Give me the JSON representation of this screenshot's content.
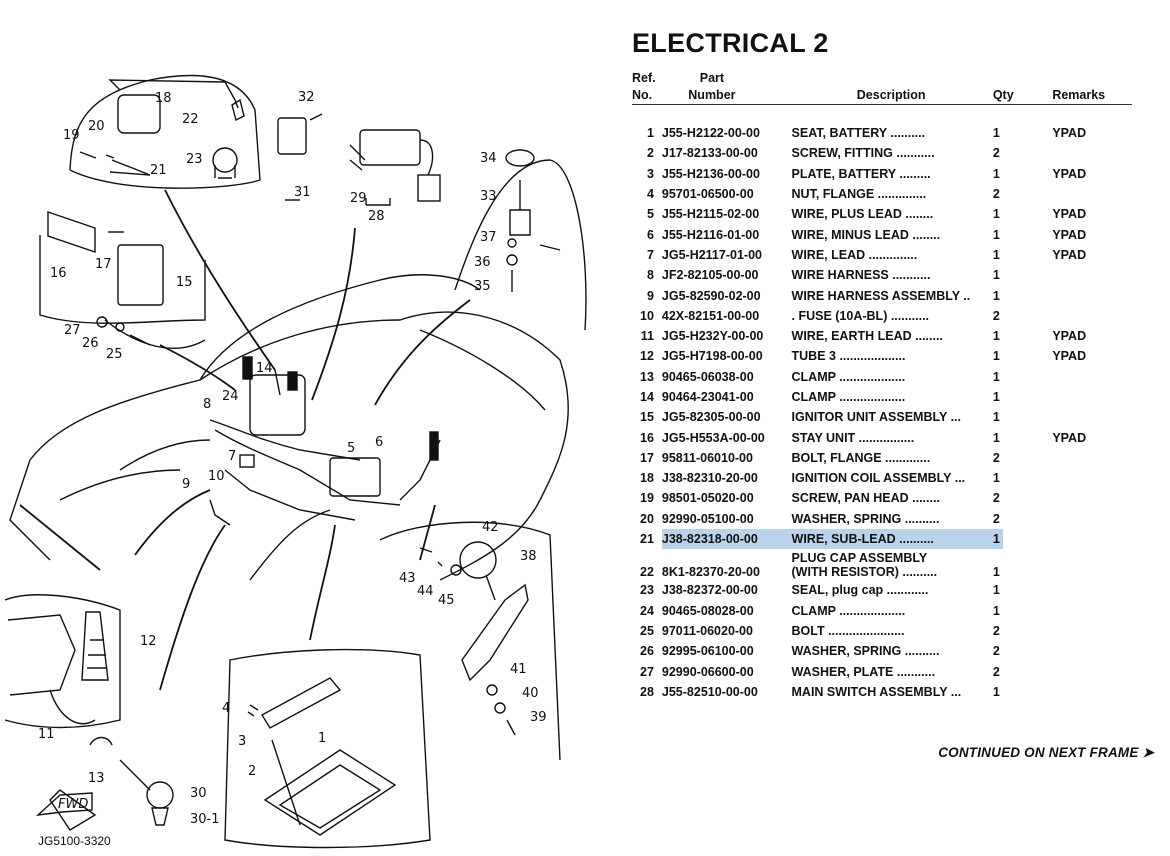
{
  "page_title": "ELECTRICAL 2",
  "table": {
    "headers": {
      "ref_line1": "Ref.",
      "ref_line2": "No.",
      "part_line1": "Part",
      "part_line2": "Number",
      "description": "Description",
      "qty": "Qty",
      "remarks": "Remarks"
    },
    "highlighted_ref": "21",
    "rows": [
      {
        "ref": "1",
        "part": "J55-H2122-00-00",
        "desc": "SEAT, BATTERY ..........",
        "qty": "1",
        "remarks": "YPAD"
      },
      {
        "ref": "2",
        "part": "J17-82133-00-00",
        "desc": "SCREW, FITTING ...........",
        "qty": "2",
        "remarks": ""
      },
      {
        "ref": "3",
        "part": "J55-H2136-00-00",
        "desc": "PLATE, BATTERY .........",
        "qty": "1",
        "remarks": "YPAD"
      },
      {
        "ref": "4",
        "part": "95701-06500-00",
        "desc": "NUT, FLANGE ..............",
        "qty": "2",
        "remarks": ""
      },
      {
        "ref": "5",
        "part": "J55-H2115-02-00",
        "desc": "WIRE, PLUS LEAD ........",
        "qty": "1",
        "remarks": "YPAD"
      },
      {
        "ref": "6",
        "part": "J55-H2116-01-00",
        "desc": "WIRE, MINUS LEAD ........",
        "qty": "1",
        "remarks": "YPAD"
      },
      {
        "ref": "7",
        "part": "JG5-H2117-01-00",
        "desc": "WIRE, LEAD ..............",
        "qty": "1",
        "remarks": "YPAD"
      },
      {
        "ref": "8",
        "part": "JF2-82105-00-00",
        "desc": "WIRE HARNESS ...........",
        "qty": "1",
        "remarks": ""
      },
      {
        "ref": "9",
        "part": "JG5-82590-02-00",
        "desc": "WIRE HARNESS ASSEMBLY ..",
        "qty": "1",
        "remarks": ""
      },
      {
        "ref": "10",
        "part": "42X-82151-00-00",
        "desc": ". FUSE (10A-BL) ...........",
        "qty": "2",
        "remarks": ""
      },
      {
        "ref": "11",
        "part": "JG5-H232Y-00-00",
        "desc": "WIRE, EARTH LEAD ........",
        "qty": "1",
        "remarks": "YPAD"
      },
      {
        "ref": "12",
        "part": "JG5-H7198-00-00",
        "desc": "TUBE 3 ...................",
        "qty": "1",
        "remarks": "YPAD"
      },
      {
        "ref": "13",
        "part": "90465-06038-00",
        "desc": "CLAMP ...................",
        "qty": "1",
        "remarks": ""
      },
      {
        "ref": "14",
        "part": "90464-23041-00",
        "desc": "CLAMP ...................",
        "qty": "1",
        "remarks": ""
      },
      {
        "ref": "15",
        "part": "JG5-82305-00-00",
        "desc": "IGNITOR UNIT ASSEMBLY ...",
        "qty": "1",
        "remarks": ""
      },
      {
        "ref": "16",
        "part": "JG5-H553A-00-00",
        "desc": "STAY UNIT ................",
        "qty": "1",
        "remarks": "YPAD"
      },
      {
        "ref": "17",
        "part": "95811-06010-00",
        "desc": "BOLT, FLANGE .............",
        "qty": "2",
        "remarks": ""
      },
      {
        "ref": "18",
        "part": "J38-82310-20-00",
        "desc": "IGNITION COIL ASSEMBLY ...",
        "qty": "1",
        "remarks": ""
      },
      {
        "ref": "19",
        "part": "98501-05020-00",
        "desc": "SCREW, PAN HEAD ........",
        "qty": "2",
        "remarks": ""
      },
      {
        "ref": "20",
        "part": "92990-05100-00",
        "desc": "WASHER, SPRING ..........",
        "qty": "2",
        "remarks": ""
      },
      {
        "ref": "21",
        "part": "J38-82318-00-00",
        "desc": "WIRE, SUB-LEAD ..........",
        "qty": "1",
        "remarks": ""
      },
      {
        "ref": "22",
        "part": "8K1-82370-20-00",
        "desc": "PLUG CAP ASSEMBLY",
        "desc2": "(WITH RESISTOR) ..........",
        "qty": "1",
        "remarks": ""
      },
      {
        "ref": "23",
        "part": "J38-82372-00-00",
        "desc": "SEAL, plug cap ............",
        "qty": "1",
        "remarks": ""
      },
      {
        "ref": "24",
        "part": "90465-08028-00",
        "desc": "CLAMP ...................",
        "qty": "1",
        "remarks": ""
      },
      {
        "ref": "25",
        "part": "97011-06020-00",
        "desc": "BOLT ......................",
        "qty": "2",
        "remarks": ""
      },
      {
        "ref": "26",
        "part": "92995-06100-00",
        "desc": "WASHER, SPRING ..........",
        "qty": "2",
        "remarks": ""
      },
      {
        "ref": "27",
        "part": "92990-06600-00",
        "desc": "WASHER, PLATE ...........",
        "qty": "2",
        "remarks": ""
      },
      {
        "ref": "28",
        "part": "J55-82510-00-00",
        "desc": "MAIN SWITCH ASSEMBLY ...",
        "qty": "1",
        "remarks": ""
      }
    ]
  },
  "continued_text": "CONTINUED ON NEXT FRAME ➤",
  "diagram": {
    "figure_code": "JG5100-3320",
    "fwd_label": "FWD",
    "callouts": [
      "1",
      "2",
      "3",
      "4",
      "5",
      "6",
      "7",
      "8",
      "9",
      "10",
      "11",
      "12",
      "13",
      "14",
      "15",
      "16",
      "17",
      "18",
      "19",
      "20",
      "21",
      "22",
      "23",
      "24",
      "25",
      "26",
      "27",
      "28",
      "29",
      "30",
      "30-1",
      "31",
      "32",
      "33",
      "34",
      "35",
      "36",
      "37",
      "38",
      "39",
      "40",
      "41",
      "42",
      "43",
      "44",
      "45"
    ]
  }
}
